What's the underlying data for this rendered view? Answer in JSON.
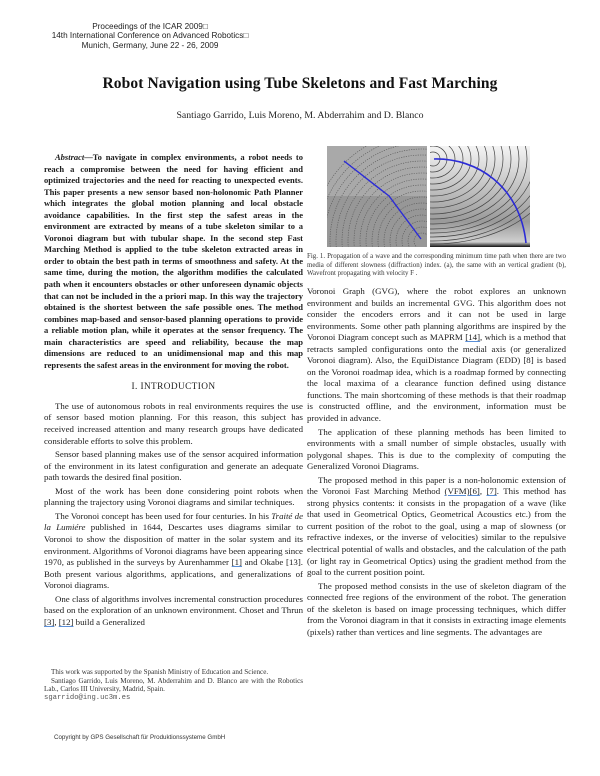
{
  "header": {
    "proceedings_lines": [
      "Proceedings of the ICAR 2009□",
      "14th International Conference on Advanced Robotics□",
      "Munich, Germany, June 22 - 26, 2009"
    ]
  },
  "paper": {
    "title": "Robot Navigation using Tube Skeletons and Fast Marching",
    "authors": "Santiago Garrido, Luis Moreno, M. Abderrahim and D. Blanco"
  },
  "abstract": {
    "lead": "Abstract",
    "dash": "—",
    "text": "To navigate in complex environments, a robot needs to reach a compromise between the need for having efficient and optimized trajectories and the need for reacting to unexpected events. This paper presents a new sensor based non-holonomic Path Planner which integrates the global motion planning and local obstacle avoidance capabilities. In the first step the safest areas in the environment are extracted by means of a tube skeleton similar to a Voronoi diagram but with tubular shape. In the second step Fast Marching Method is applied to the tube skeleton extracted areas in order to obtain the best path in terms of smoothness and safety. At the same time, during the motion, the algorithm modifies the calculated path when it encounters obstacles or other unforeseen dynamic objects that can not be included in the a priori map. In this way the trajectory obtained is the shortest between the safe possible ones. The method combines map-based and sensor-based planning operations to provide a reliable motion plan, while it operates at the sensor frequency. The main characteristics are speed and reliability, because the map dimensions are reduced to an unidimensional map and this map represents the safest areas in the environment for moving the robot."
  },
  "section1": {
    "heading": "I. INTRODUCTION",
    "p1": "The use of autonomous robots in real environments requires the use of sensor based motion planning. For this reason, this subject has received increased attention and many research groups have dedicated considerable efforts to solve this problem.",
    "p2": "Sensor based planning makes use of the sensor acquired information of the environment in its latest configuration and generate an adequate path towards the desired final position.",
    "p3": "Most of the work has been done considering point robots when planning the trajectory using Voronoi diagrams and similar techniques.",
    "p4_a": "The Voronoi concept has been used for four centuries. In his ",
    "p4_italic": "Traité de la Lumiére",
    "p4_b": " published in 1644, Descartes uses diagrams similar to Voronoi to show the disposition of matter in the solar system and its environment. Algorithms of Voronoi diagrams have been appearing since 1970, as published in the surveys by Aurenhammer ",
    "p4_ref1": "[1]",
    "p4_c": " and Okabe [13]. Both present various algorithms, applications, and generalizations of Voronoi diagrams.",
    "p5_a": "One class of algorithms involves incremental construction procedures based on the exploration of an unknown environment. Choset and Thrun ",
    "p5_ref1": "[3]",
    "p5_sep": ", ",
    "p5_ref2": "[12]",
    "p5_b": " build a Generalized",
    "rp1": "Voronoi Graph (GVG), where the robot explores an unknown environment and builds an incremental GVG. This algorithm does not consider the encoders errors and it can not be used in large environments. Some other path planning algorithms are inspired by the Voronoi Diagram concept such as MAPRM ",
    "rp1_ref": "[14]",
    "rp1_b": ", which is a method that retracts sampled configurations onto the medial axis (or generalized Voronoi diagram). Also, the EquiDistance Diagram (EDD) [8] is based on the Voronoi roadmap idea, which is a roadmap formed by connecting the local maxima of a clearance function defined using distance functions. The main shortcoming of these methods is that their roadmap is constructed offline, and the environment, information must be provided in advance.",
    "rp2": "The application of these planning methods has been limited to environments with a small number of simple obstacles, usually with polygonal shapes. This is due to the complexity of computing the Generalized Voronoi Diagrams.",
    "rp3_a": "The proposed method in this paper is a non-holonomic extension of the Voronoi Fast Marching Method ",
    "rp3_ref1": "(VFM)[6]",
    "rp3_sep": ", ",
    "rp3_ref2": "[7]",
    "rp3_b": ". This method has strong physics contents: it consists in the propagation of a wave (like that used in Geometrical Optics, Geometrical Acoustics etc.) from the current position of the robot to the goal, using a map of slowness (or refractive indexes, or the inverse of velocities) similar to the repulsive electrical potential of walls and obstacles, and the calculation of the path (or light ray in Geometrical Optics) using the gradient method from the goal to the current position point.",
    "rp4": "The proposed method consists in the use of skeleton diagram of the connected free regions of the environment of the robot. The generation of the skeleton is based on image processing techniques, which differ from the Voronoi diagram in that it consists in extracting image elements (pixels) rather than vertices and line segments. The advantages are"
  },
  "figure": {
    "caption": "Fig. 1.   Propagation of a wave and the corresponding minimum time path when there are two media of different slowness (diffraction) index. (a), the same with an vertical gradient (b), Wavefront propagating with velocity F .",
    "path_color": "#2b2bd6"
  },
  "footnote": {
    "support": "This work was supported by the Spanish Ministry of Education and Science.",
    "affiliation": "Santiago Garrido, Luis Moreno, M. Abderrahim and D. Blanco are with the Robotics Lab., Carlos III University, Madrid, Spain.",
    "email": "sgarrido@ing.uc3m.es"
  },
  "copyright": "Copyright by GPS Gesellschaft für Produktionssysteme GmbH"
}
